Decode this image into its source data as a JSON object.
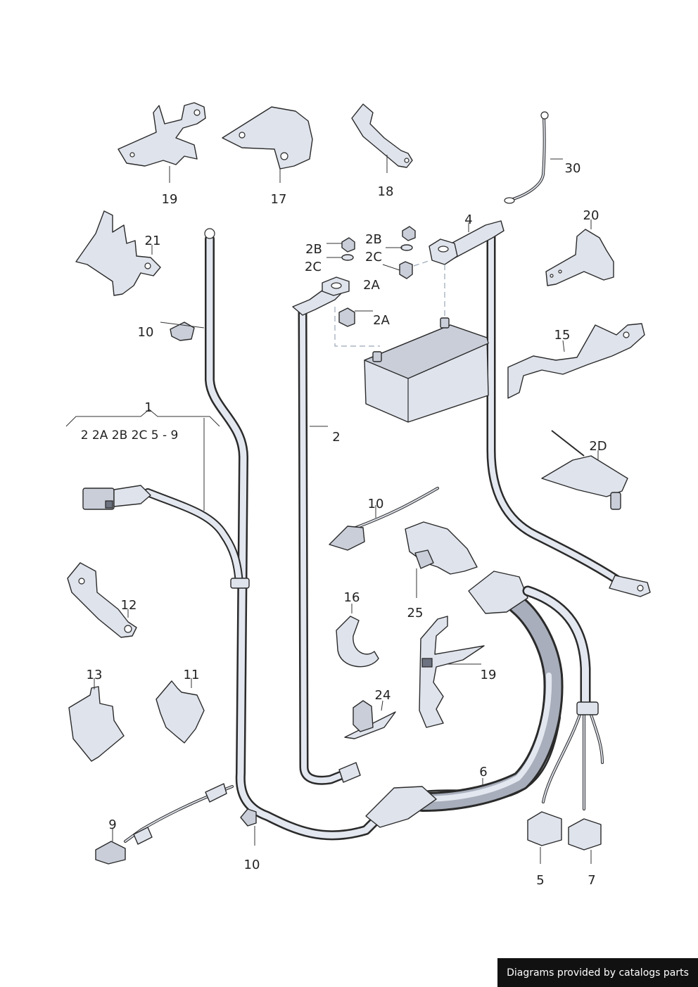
{
  "callouts": {
    "p19a": "19",
    "p17": "17",
    "p18": "18",
    "p30": "30",
    "p21": "21",
    "p20": "20",
    "p10a": "10",
    "p15": "15",
    "p1": "1",
    "group1": "2 2A 2B 2C 5 - 9",
    "p2": "2",
    "p2B_left": "2B",
    "p2C_left": "2C",
    "p2B_right": "2B",
    "p2C_right": "2C",
    "p2A_upper": "2A",
    "p2A_lower": "2A",
    "p4": "4",
    "p2D": "2D",
    "p10b": "10",
    "p12": "12",
    "p16": "16",
    "p25": "25",
    "p19b": "19",
    "p13": "13",
    "p11": "11",
    "p24": "24",
    "p6": "6",
    "p9": "9",
    "p10c": "10",
    "p5": "5",
    "p7": "7"
  },
  "footer": {
    "text": "Diagrams provided by catalogs parts"
  }
}
